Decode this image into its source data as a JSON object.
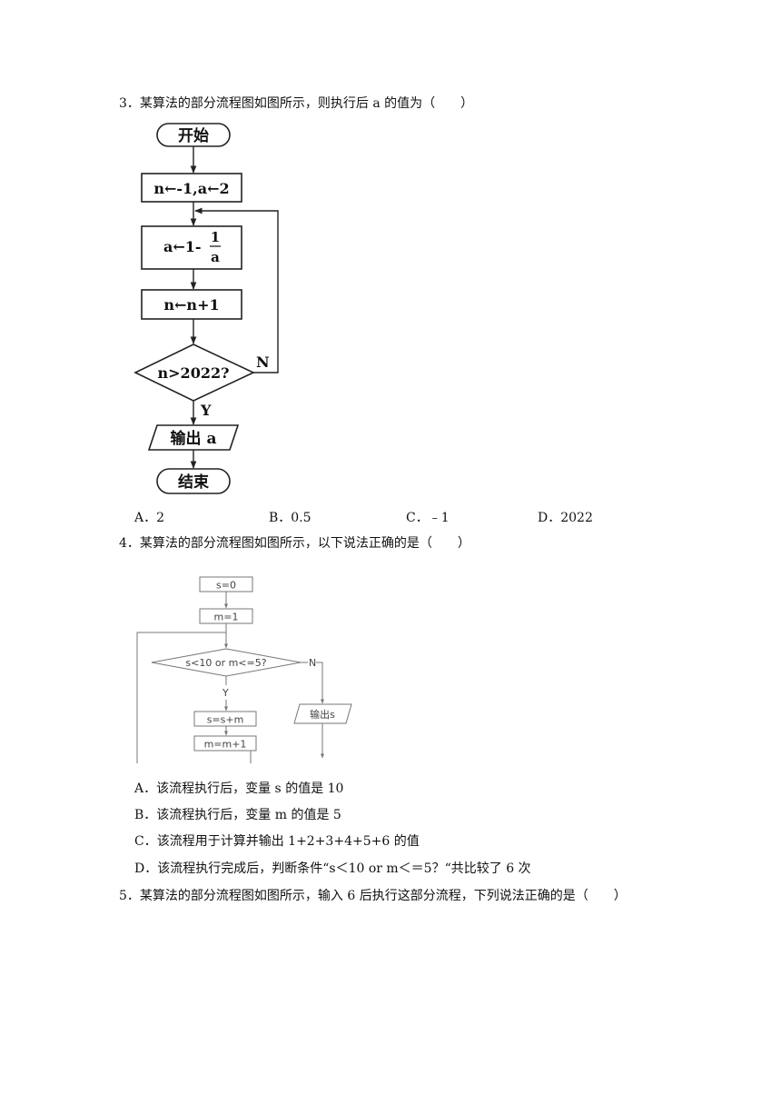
{
  "q3": {
    "stem": "3．某算法的部分流程图如图所示，则执行后 a 的值为（　　）",
    "flow": {
      "start": "开始",
      "init": "n←-1,a←2",
      "assign_a_left": "a←1-",
      "assign_a_num": "1",
      "assign_a_den": "a",
      "incr": "n←n+1",
      "cond": "n>2022?",
      "no": "N",
      "yes": "Y",
      "output": "输出 a",
      "end": "结束"
    },
    "options": [
      "A．2",
      "B．0.5",
      "C．﹣1",
      "D．2022"
    ]
  },
  "q4": {
    "stem": "4．某算法的部分流程图如图所示，以下说法正确的是（　　）",
    "flow": {
      "s0": "s=0",
      "m1": "m=1",
      "cond": "s<10 or m<=5?",
      "no": "N",
      "yes": "Y",
      "output": "输出s",
      "s_update": "s=s+m",
      "m_update": "m=m+1"
    },
    "options": [
      "A．该流程执行后，变量 s 的值是 10",
      "B．该流程执行后，变量 m 的值是 5",
      "C．该流程用于计算并输出 1+2+3+4+5+6 的值",
      "D．该流程执行完成后，判断条件“s＜10 or m＜＝5？“共比较了 6 次"
    ]
  },
  "q5": {
    "stem": "5．某算法的部分流程图如图所示，输入 6 后执行这部分流程，下列说法正确的是（　　）"
  }
}
